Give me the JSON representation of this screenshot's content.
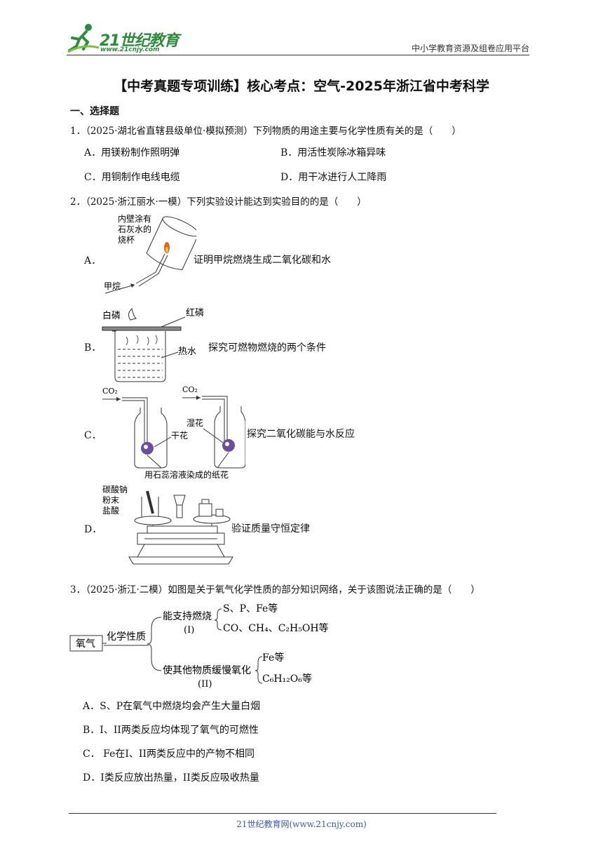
{
  "header": {
    "logo_text": "21世纪教育",
    "logo_url": "www.21cnjy.com",
    "platform": "中小学教育资源及组卷应用平台"
  },
  "title": "【中考真题专项训练】核心考点：空气-2025年浙江省中考科学",
  "section1": "一、选择题",
  "q1": {
    "stem": "1．（2025·湖北省直辖县级单位·模拟预测）下列物质的用途主要与化学性质有关的是（　　）",
    "options": [
      "A．用镁粉制作照明弹",
      "B．用活性炭除冰箱异味",
      "C．用铜制作电线电缆",
      "D．用干冰进行人工降雨"
    ]
  },
  "q2": {
    "stem": "2．（2025·浙江丽水·一模）下列实验设计能达到实验目的的是（　　）",
    "A": {
      "letter": "A．",
      "desc": "证明甲烷燃烧生成二氧化碳和水",
      "label1": "内壁涂有",
      "label2": "石灰水的",
      "label3": "烧杯",
      "gas": "甲烷"
    },
    "B": {
      "letter": "B．",
      "desc": "探究可燃物燃烧的两个条件",
      "white_p": "白磷",
      "red_p": "红磷",
      "water": "热水"
    },
    "C": {
      "letter": "C．",
      "desc": "探究二氧化碳能与水反应",
      "co2_left": "CO₂",
      "co2_right": "CO₂",
      "dry": "干花",
      "wet": "湿花",
      "caption": "用石蕊溶液染成的纸花"
    },
    "D": {
      "letter": "D．",
      "desc": "验证质量守恒定律",
      "l1": "碳酸钠",
      "l2": "粉末",
      "l3": "盐酸"
    }
  },
  "q3": {
    "stem": "3．（2025·浙江·二模）如图是关于氧气化学性质的部分知识网络，关于该图说法正确的是（　　）",
    "diagram": {
      "root": "氧气",
      "prop": "化学性质",
      "b1": "能支持燃烧",
      "b1_tag": "(I)",
      "b1_items": [
        "S、P、Fe等",
        "CO、CH₄、C₂H₅OH等"
      ],
      "b2": "使其他物质缓慢氧化",
      "b2_tag": "(II)",
      "b2_items": [
        "Fe等",
        "C₆H₁₂O₆等"
      ]
    },
    "options": [
      "A．S、P在氧气中燃烧均会产生大量白烟",
      "B．I、II两类反应均体现了氧气的可燃性",
      "C． Fe在I、II两类反应中的产物不相同",
      "D．I类反应放出热量，II类反应吸收热量"
    ]
  },
  "footer": "21世纪教育网(www.21cnjy.com)"
}
